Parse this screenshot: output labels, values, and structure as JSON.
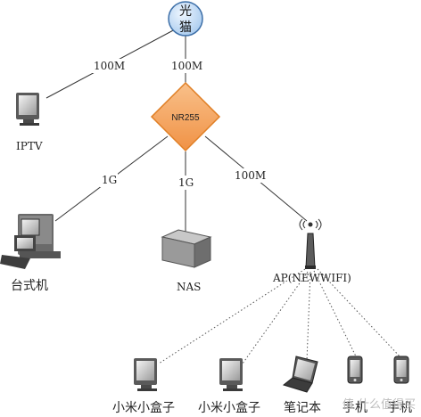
{
  "nodes": {
    "modem": {
      "label_line1": "光",
      "label_line2": "猫"
    },
    "router": {
      "label": "NR255"
    },
    "iptv": {
      "label": "IPTV"
    },
    "desktop": {
      "label": "台式机"
    },
    "nas": {
      "label": "NAS"
    },
    "ap": {
      "label": "AP(NEWWIFI)"
    },
    "box1": {
      "label": "小米小盒子"
    },
    "box2": {
      "label": "小米小盒子"
    },
    "laptop": {
      "label": "笔记本"
    },
    "phone1": {
      "label": "手机"
    },
    "phone2": {
      "label": "手机"
    }
  },
  "links": {
    "modem_iptv": "100M",
    "modem_router": "100M",
    "router_desktop": "1G",
    "router_nas": "1G",
    "router_ap": "100M"
  },
  "watermark": "值 什么值得买",
  "colors": {
    "modem_fill": "#cfe3f7",
    "modem_stroke": "#3d6fa8",
    "router_fill": "#f6a860",
    "router_stroke": "#e88a2e",
    "wire": "#333333",
    "wireless": "#555555"
  },
  "icons": {
    "iptv": "monitor-icon",
    "desktop": "desktop-computer-icon",
    "nas": "nas-server-icon",
    "ap": "wifi-antenna-icon",
    "box": "monitor-icon",
    "laptop": "laptop-icon",
    "phone": "mobile-phone-icon"
  }
}
